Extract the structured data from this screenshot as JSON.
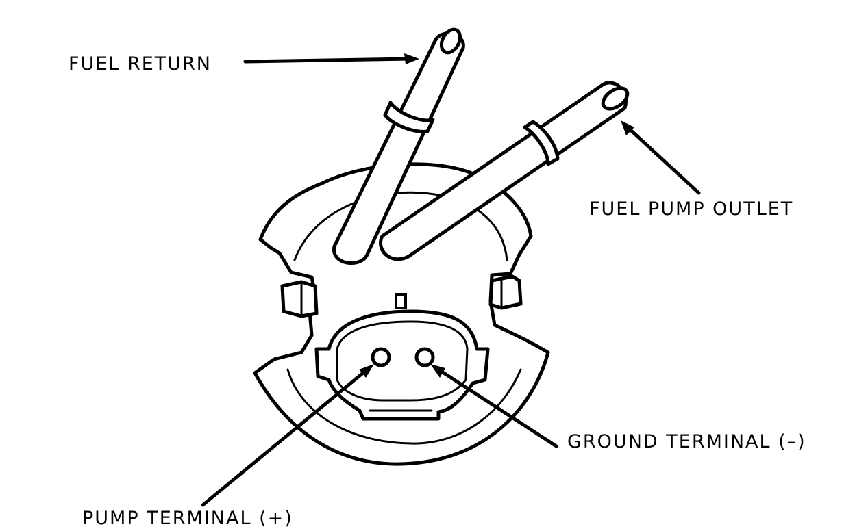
{
  "labels": {
    "fuel_return": "FUEL RETURN",
    "fuel_pump_outlet": "FUEL PUMP OUTLET",
    "ground_terminal": "GROUND TERMINAL (–)",
    "pump_terminal": "PUMP TERMINAL (+)"
  },
  "colors": {
    "ink": "#000000",
    "paper": "#ffffff"
  }
}
